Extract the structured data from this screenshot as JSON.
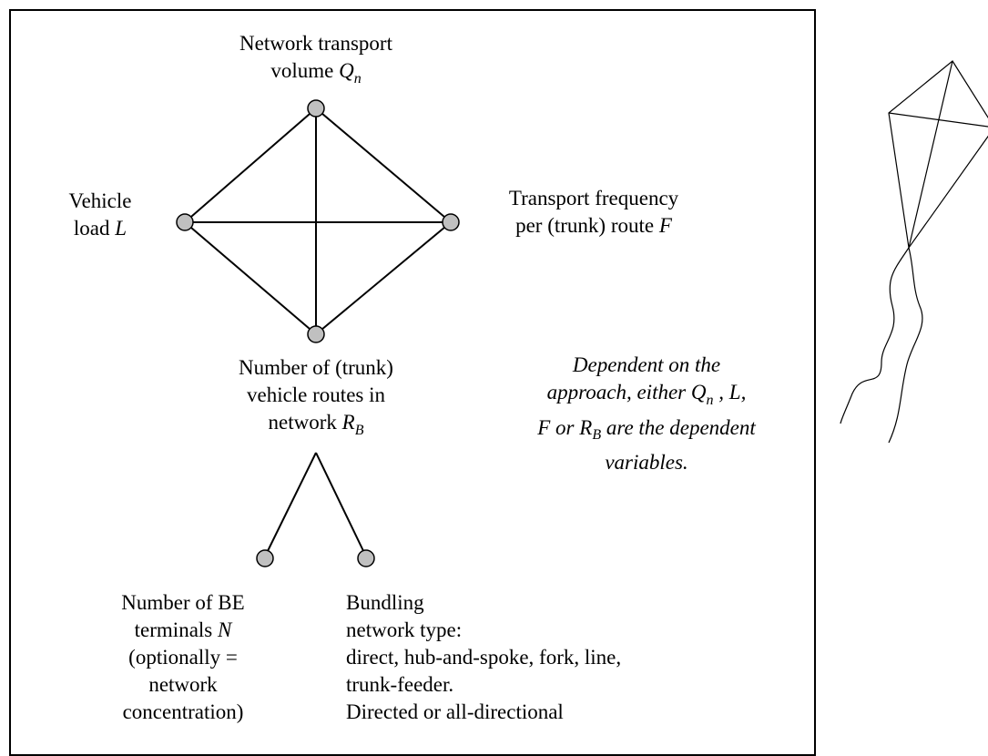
{
  "colors": {
    "node_fill": "#c0c0c0",
    "node_stroke": "#000000",
    "edge": "#000000",
    "frame": "#000000"
  },
  "nodes": {
    "top": {
      "line1": "Network transport",
      "line2_prefix": "volume ",
      "symbol": "Q",
      "symbol_sub": "n"
    },
    "left": {
      "line1": "Vehicle",
      "line2_prefix": "load ",
      "symbol": "L"
    },
    "right": {
      "line1": "Transport frequency",
      "line2_prefix": "per (trunk) route ",
      "symbol": "F"
    },
    "bottom": {
      "line1": "Number of (trunk)",
      "line2": "vehicle routes in",
      "line3_prefix": "network ",
      "symbol": "R",
      "symbol_sub": "B"
    },
    "terminals": {
      "lines": [
        "Number of BE",
        "terminals ",
        "(optionally =",
        "network",
        "concentration)"
      ],
      "symbol": "N"
    },
    "bundling": {
      "lines": [
        "Bundling",
        "network type:",
        "direct, hub-and-spoke, fork, line,",
        "trunk-feeder.",
        "Directed or all-directional"
      ]
    }
  },
  "note": {
    "line1": "Dependent on the",
    "line2_prefix": "approach, either ",
    "q": "Q",
    "q_sub": "n",
    "line2_mid": " , ",
    "l": "L",
    "line2_end": ",",
    "f": "F",
    "line3_mid": " or ",
    "r": "R",
    "r_sub": "B",
    "line3_end": " are the dependent",
    "line4": "variables."
  }
}
